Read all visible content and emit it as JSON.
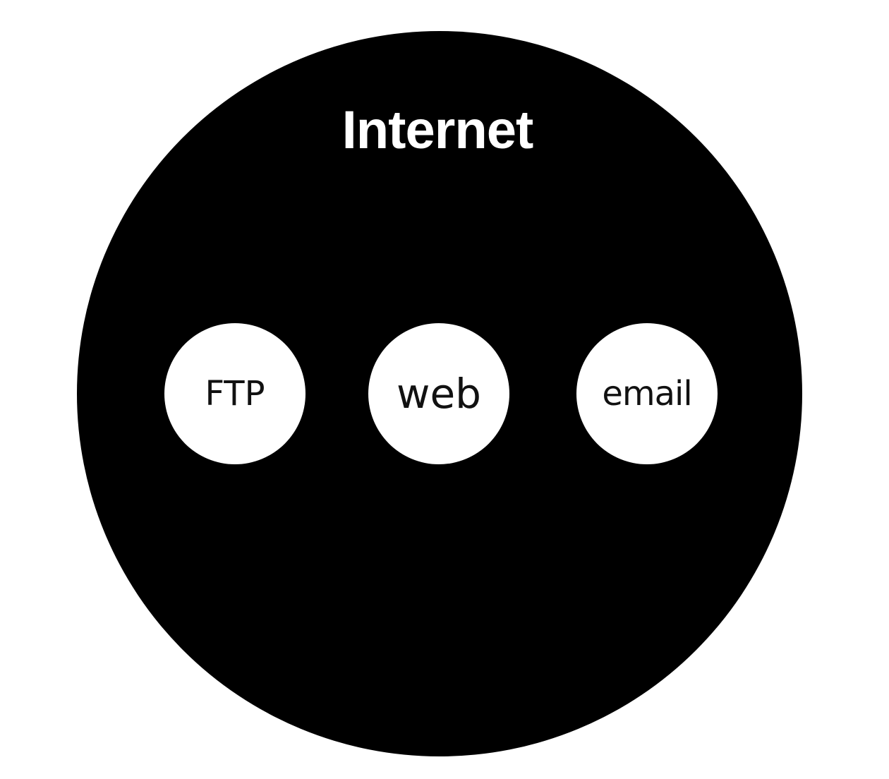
{
  "diagram": {
    "outer": {
      "label": "Internet",
      "fill": "#000000",
      "text_color": "#ffffff"
    },
    "nodes": [
      {
        "label": "FTP",
        "fill": "#ffffff",
        "text_color": "#111111"
      },
      {
        "label": "web",
        "fill": "#ffffff",
        "text_color": "#111111"
      },
      {
        "label": "email",
        "fill": "#ffffff",
        "text_color": "#111111"
      }
    ]
  }
}
